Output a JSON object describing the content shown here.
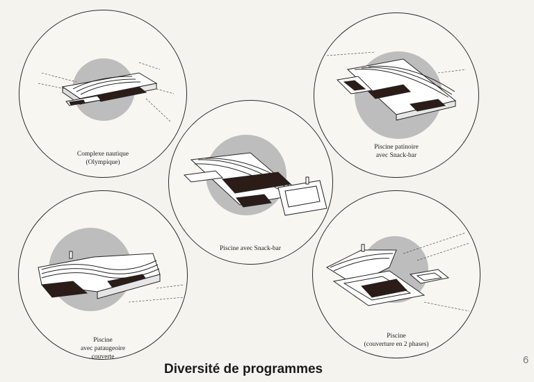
{
  "figures": [
    {
      "id": "complexe",
      "caption_lines": [
        "Complexe nautique",
        "(Olympique)"
      ]
    },
    {
      "id": "patinoire",
      "caption_lines": [
        "Piscine patinoire",
        "avec Snack-bar"
      ]
    },
    {
      "id": "snack",
      "caption_lines": [
        "Piscine avec Snack-bar"
      ]
    },
    {
      "id": "pataugeoire",
      "caption_lines": [
        "Piscine",
        "avec pataugeoire",
        "couverte"
      ]
    },
    {
      "id": "phases",
      "caption_lines": [
        "Piscine",
        "(couverture en 2 phases)"
      ]
    }
  ],
  "title": "Diversité de programmes",
  "page_number": "6"
}
